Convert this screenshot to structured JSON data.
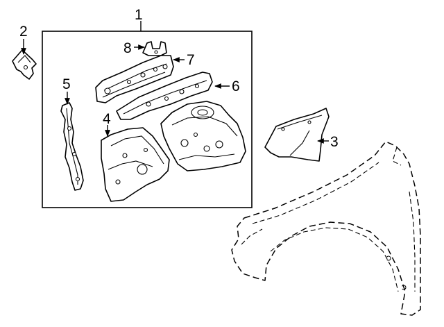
{
  "callouts": {
    "c1": "1",
    "c2": "2",
    "c3": "3",
    "c4": "4",
    "c5": "5",
    "c6": "6",
    "c7": "7",
    "c8": "8"
  },
  "icons": {
    "arrow": "arrowhead-icon"
  }
}
